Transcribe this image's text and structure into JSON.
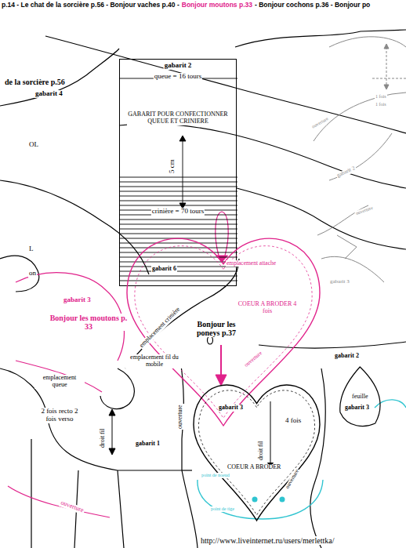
{
  "diagram": {
    "nodes": [
      {
        "text": [
          "gabarit 2",
          "queue = 16 tours",
          "GABARIT POUR CONFECTIONNER QUEUE ET CRINIERE",
          "5 cm",
          "crinière = 70 tours"
        ]
      },
      {
        "text": [
          "emplacement attache",
          "COEUR A BRODER 4 fois",
          "ouverture"
        ]
      },
      {
        "text": [
          "gabarit 3",
          "4 fois",
          "droit fil",
          "COEUR A BRODER",
          "ouverture"
        ]
      },
      {
        "text": [
          "feuille",
          "gabarit 3"
        ]
      }
    ],
    "labels": [
      "p.14 - Le chat de la sorcière p.56 - Bonjour vaches p.40 -",
      "Bonjour moutons p.33",
      "- Bonjour cochons p.36 - Bonjour po",
      "de la sorcière p.56",
      "gabarit 4",
      "OL",
      "L",
      "on",
      "gabarit 6",
      "gabarit 3",
      "Bonjour les moutons p. 33",
      "emplacement crinière",
      "Bonjour les poneys p.37",
      "emplacement fil du mobile",
      "emplacement queue",
      "2 fois recto 2 fois verso",
      "droit fil",
      "gabarit 1",
      "ouverture",
      "ouverture",
      "gabarit 2",
      "gabarit 2",
      "gabarit 3",
      "point de noeud",
      "point de tige",
      "http://www.liveinternet.ru/users/merlettka/",
      "ouverture",
      "ouverture",
      "1 fois",
      "1 fois"
    ]
  }
}
